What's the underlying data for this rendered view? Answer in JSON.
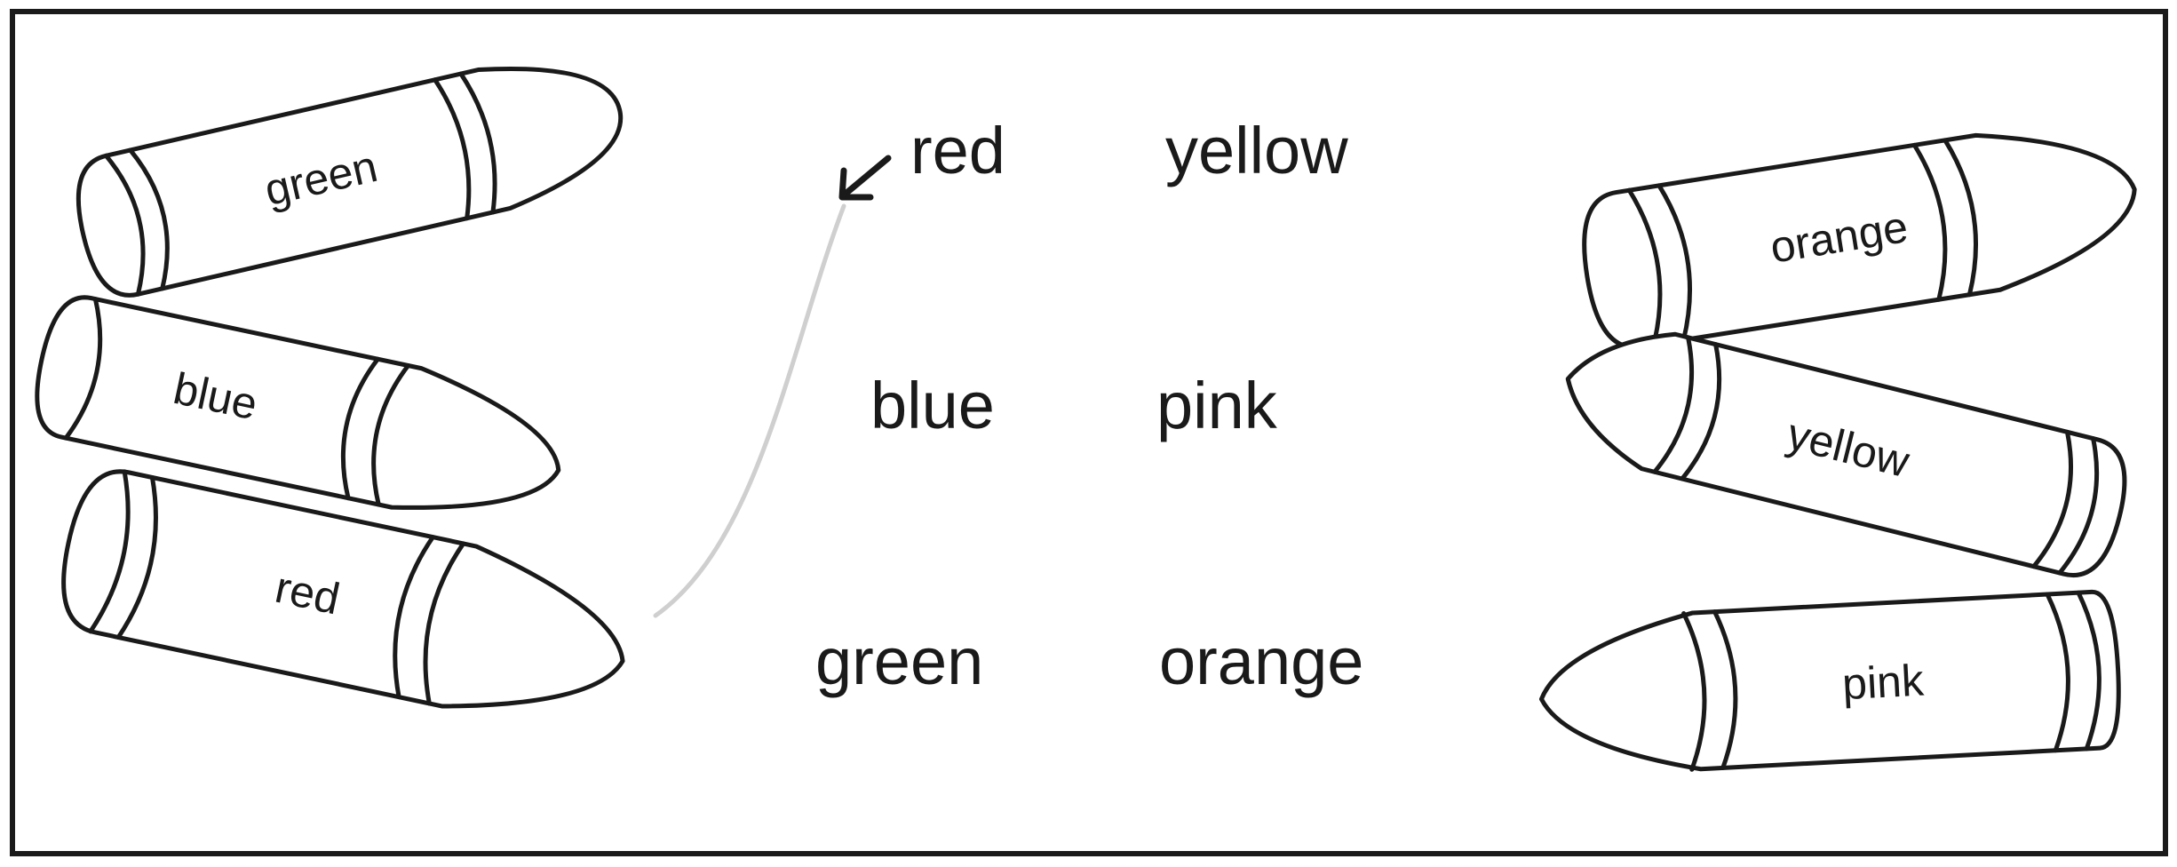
{
  "colors": {
    "ink": "#1a1a1a",
    "guide_line": "#cfcfcf",
    "paper": "#ffffff"
  },
  "crayons": [
    {
      "label": "green"
    },
    {
      "label": "blue"
    },
    {
      "label": "red"
    },
    {
      "label": "orange"
    },
    {
      "label": "yellow"
    },
    {
      "label": "pink"
    }
  ],
  "words": [
    {
      "text": "red"
    },
    {
      "text": "yellow"
    },
    {
      "text": "blue"
    },
    {
      "text": "pink"
    },
    {
      "text": "green"
    },
    {
      "text": "orange"
    }
  ],
  "example_line": {
    "from_crayon": "red",
    "to_word": "red",
    "arrow_icon": "arrow-head-icon"
  }
}
